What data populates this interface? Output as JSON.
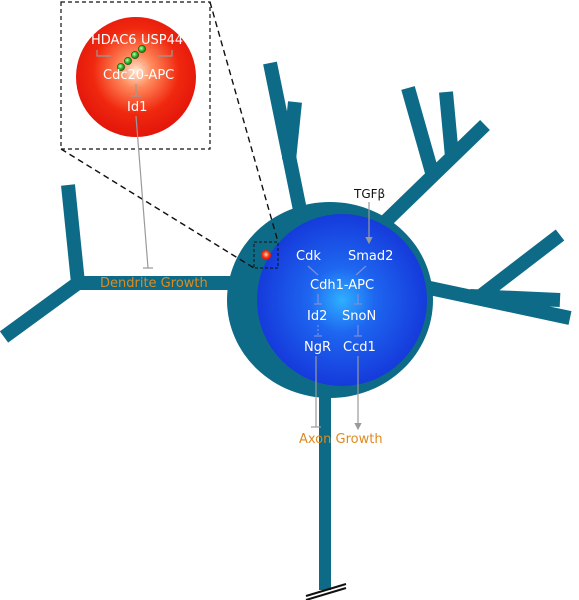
{
  "colors": {
    "neuron": "#0d6b88",
    "nucleus": "#1a3fe6",
    "centrosome": "#e81a0a",
    "growth_label": "#e08a1e",
    "connector": "#9a9a9a"
  },
  "inset": {
    "hdac6": "HDAC6",
    "usp44": "USP44",
    "cdc20_apc": "Cdc20-APC",
    "id1": "Id1"
  },
  "nucleus": {
    "tgfb": "TGFβ",
    "cdk": "Cdk",
    "smad2": "Smad2",
    "cdh1_apc": "Cdh1-APC",
    "id2": "Id2",
    "snon": "SnoN",
    "ngr": "NgR",
    "ccd1": "Ccd1"
  },
  "outputs": {
    "dendrite_growth": "Dendrite Growth",
    "axon_growth": "Axon Growth"
  },
  "icons": {
    "ubiquitin_chain": "ubiquitin-chain-icon",
    "axon_break": "axon-break-icon"
  }
}
